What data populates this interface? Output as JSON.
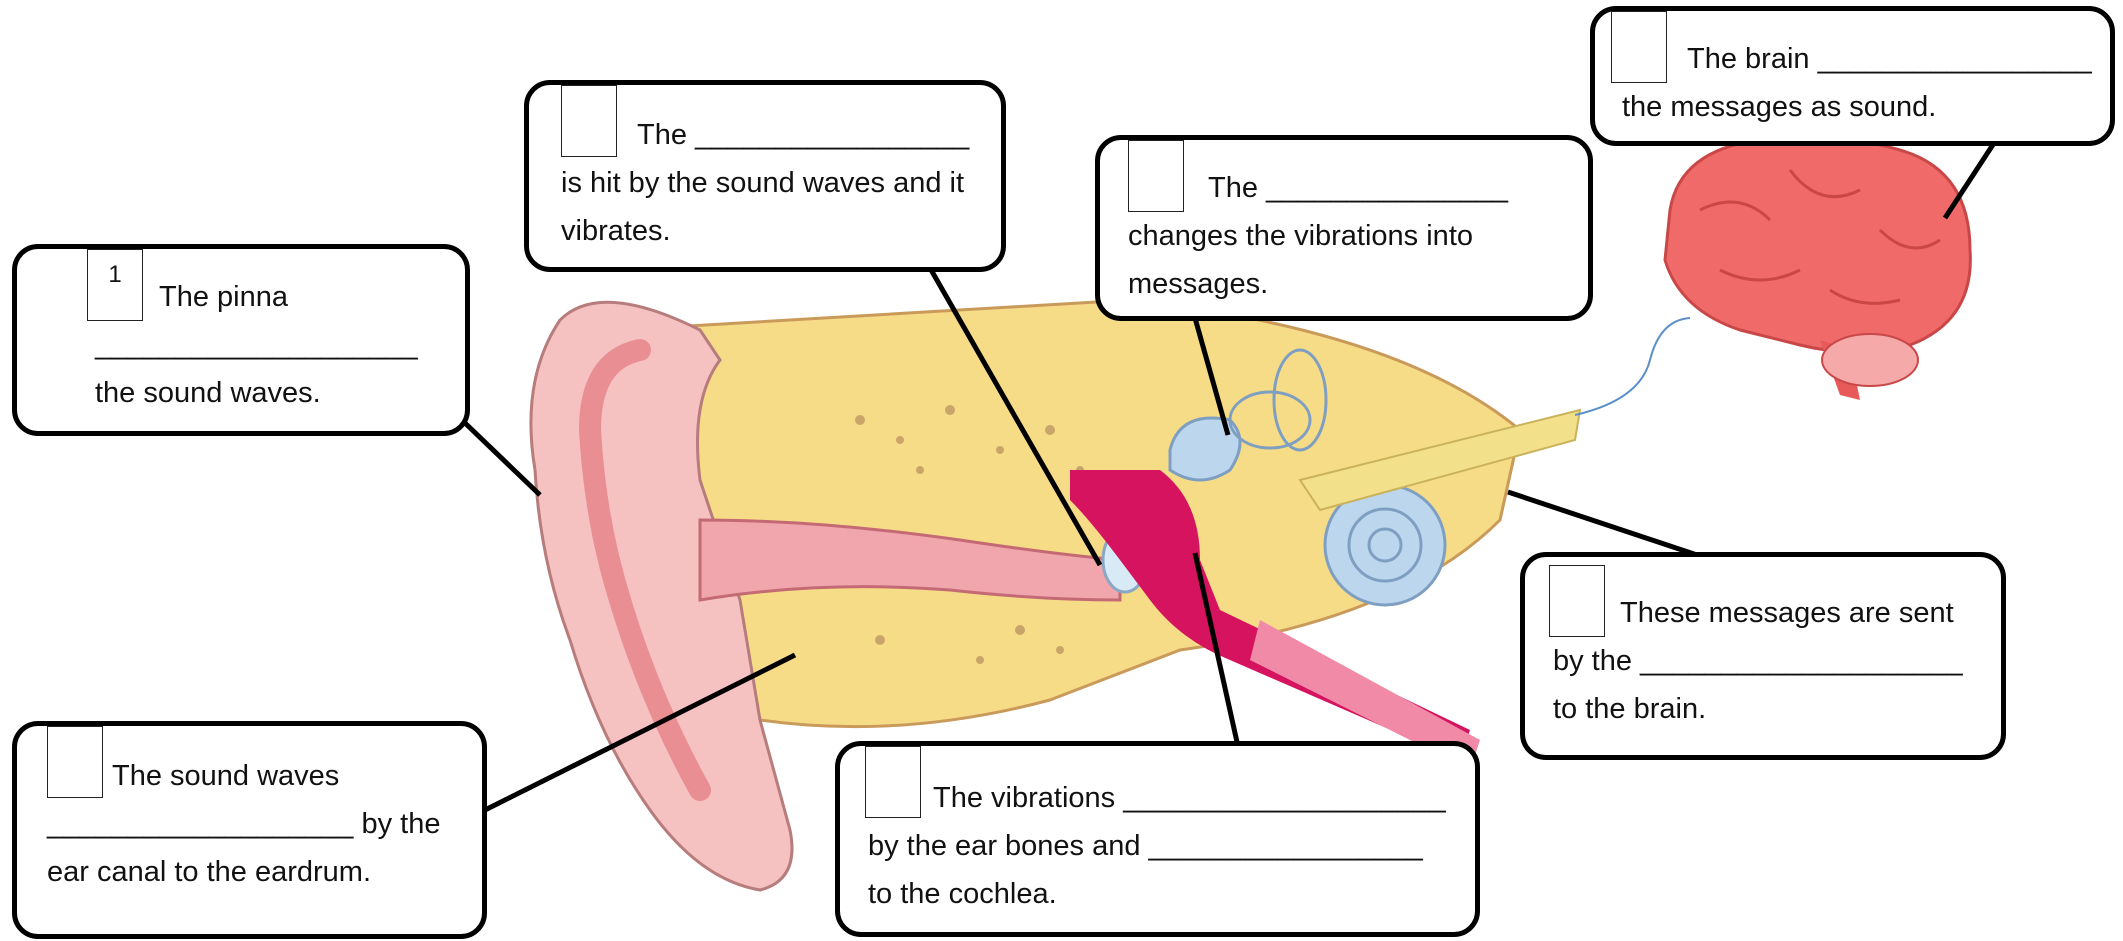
{
  "worksheet": {
    "boxes": {
      "pinna": {
        "num": "1",
        "lines": [
          "The pinna",
          "____________________",
          "the sound waves."
        ]
      },
      "canal": {
        "num": "",
        "lines": [
          "The sound waves",
          "___________________ by the",
          "ear canal to the eardrum."
        ]
      },
      "eardrum": {
        "num": "",
        "lines": [
          "The _________________",
          "is hit by the sound waves and it",
          "vibrates."
        ]
      },
      "bones": {
        "num": "",
        "lines": [
          "The vibrations ____________________",
          "by the ear bones and _________________",
          "to the cochlea."
        ]
      },
      "cochlea": {
        "num": "",
        "lines": [
          "The _______________",
          "changes the vibrations into",
          "messages."
        ]
      },
      "nerve": {
        "num": "",
        "lines": [
          "These messages are sent",
          "by the ____________________",
          "to the brain."
        ]
      },
      "brain": {
        "num": "",
        "lines": [
          "The brain _________________",
          "the messages as sound."
        ]
      }
    },
    "colors": {
      "outer_ear": "#f6c1c1",
      "outer_ear_dark": "#e98f93",
      "bone": "#f7dc87",
      "bone_spots": "#c9a56a",
      "canal": "#f0a6ac",
      "inner_ear": "#bcd6ee",
      "middle_ear": "#d6135f",
      "brain": "#f06a6a"
    }
  }
}
